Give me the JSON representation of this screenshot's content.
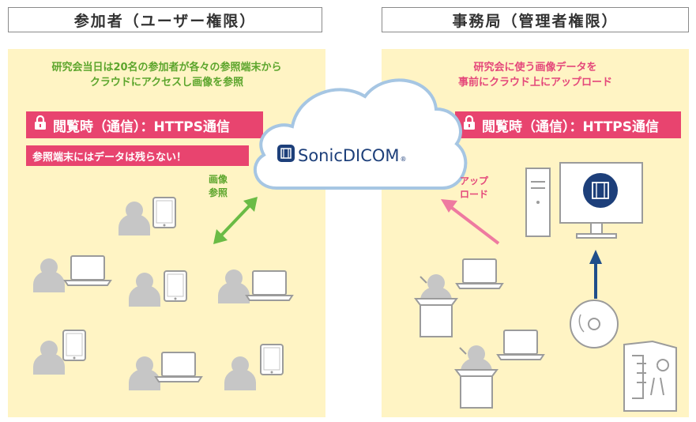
{
  "user_header": "参加者（ユーザー権限）",
  "admin_header": "事務局（管理者権限）",
  "user_note": [
    "研究会当日は20名の参加者が各々の参照端末から",
    "クラウドにアクセスし画像を参照"
  ],
  "admin_note": [
    "研究会に使う画像データを",
    "事前にクラウド上にアップロード"
  ],
  "https_label": "閲覧時（通信）：HTTPS通信",
  "no_data_label": "参照端末にはデータは残らない！",
  "view_label": [
    "画像",
    "参照"
  ],
  "upload_label": [
    "アップ",
    "ロード"
  ],
  "brand": {
    "name": "SonicDICOM",
    "reg": "®"
  },
  "colors": {
    "panel_bg": "#fff4c4",
    "accent_pink": "#e8446f",
    "accent_green": "#5ca52c",
    "brand_navy": "#1d3f7a",
    "person_gray": "#c6c6c6",
    "device_gray": "#9b9b9b",
    "cloud_border": "#a6c6e3",
    "arrow_green": "#6abb45",
    "arrow_pink": "#ee7aa0",
    "arrow_navy": "#1f4e8a"
  }
}
